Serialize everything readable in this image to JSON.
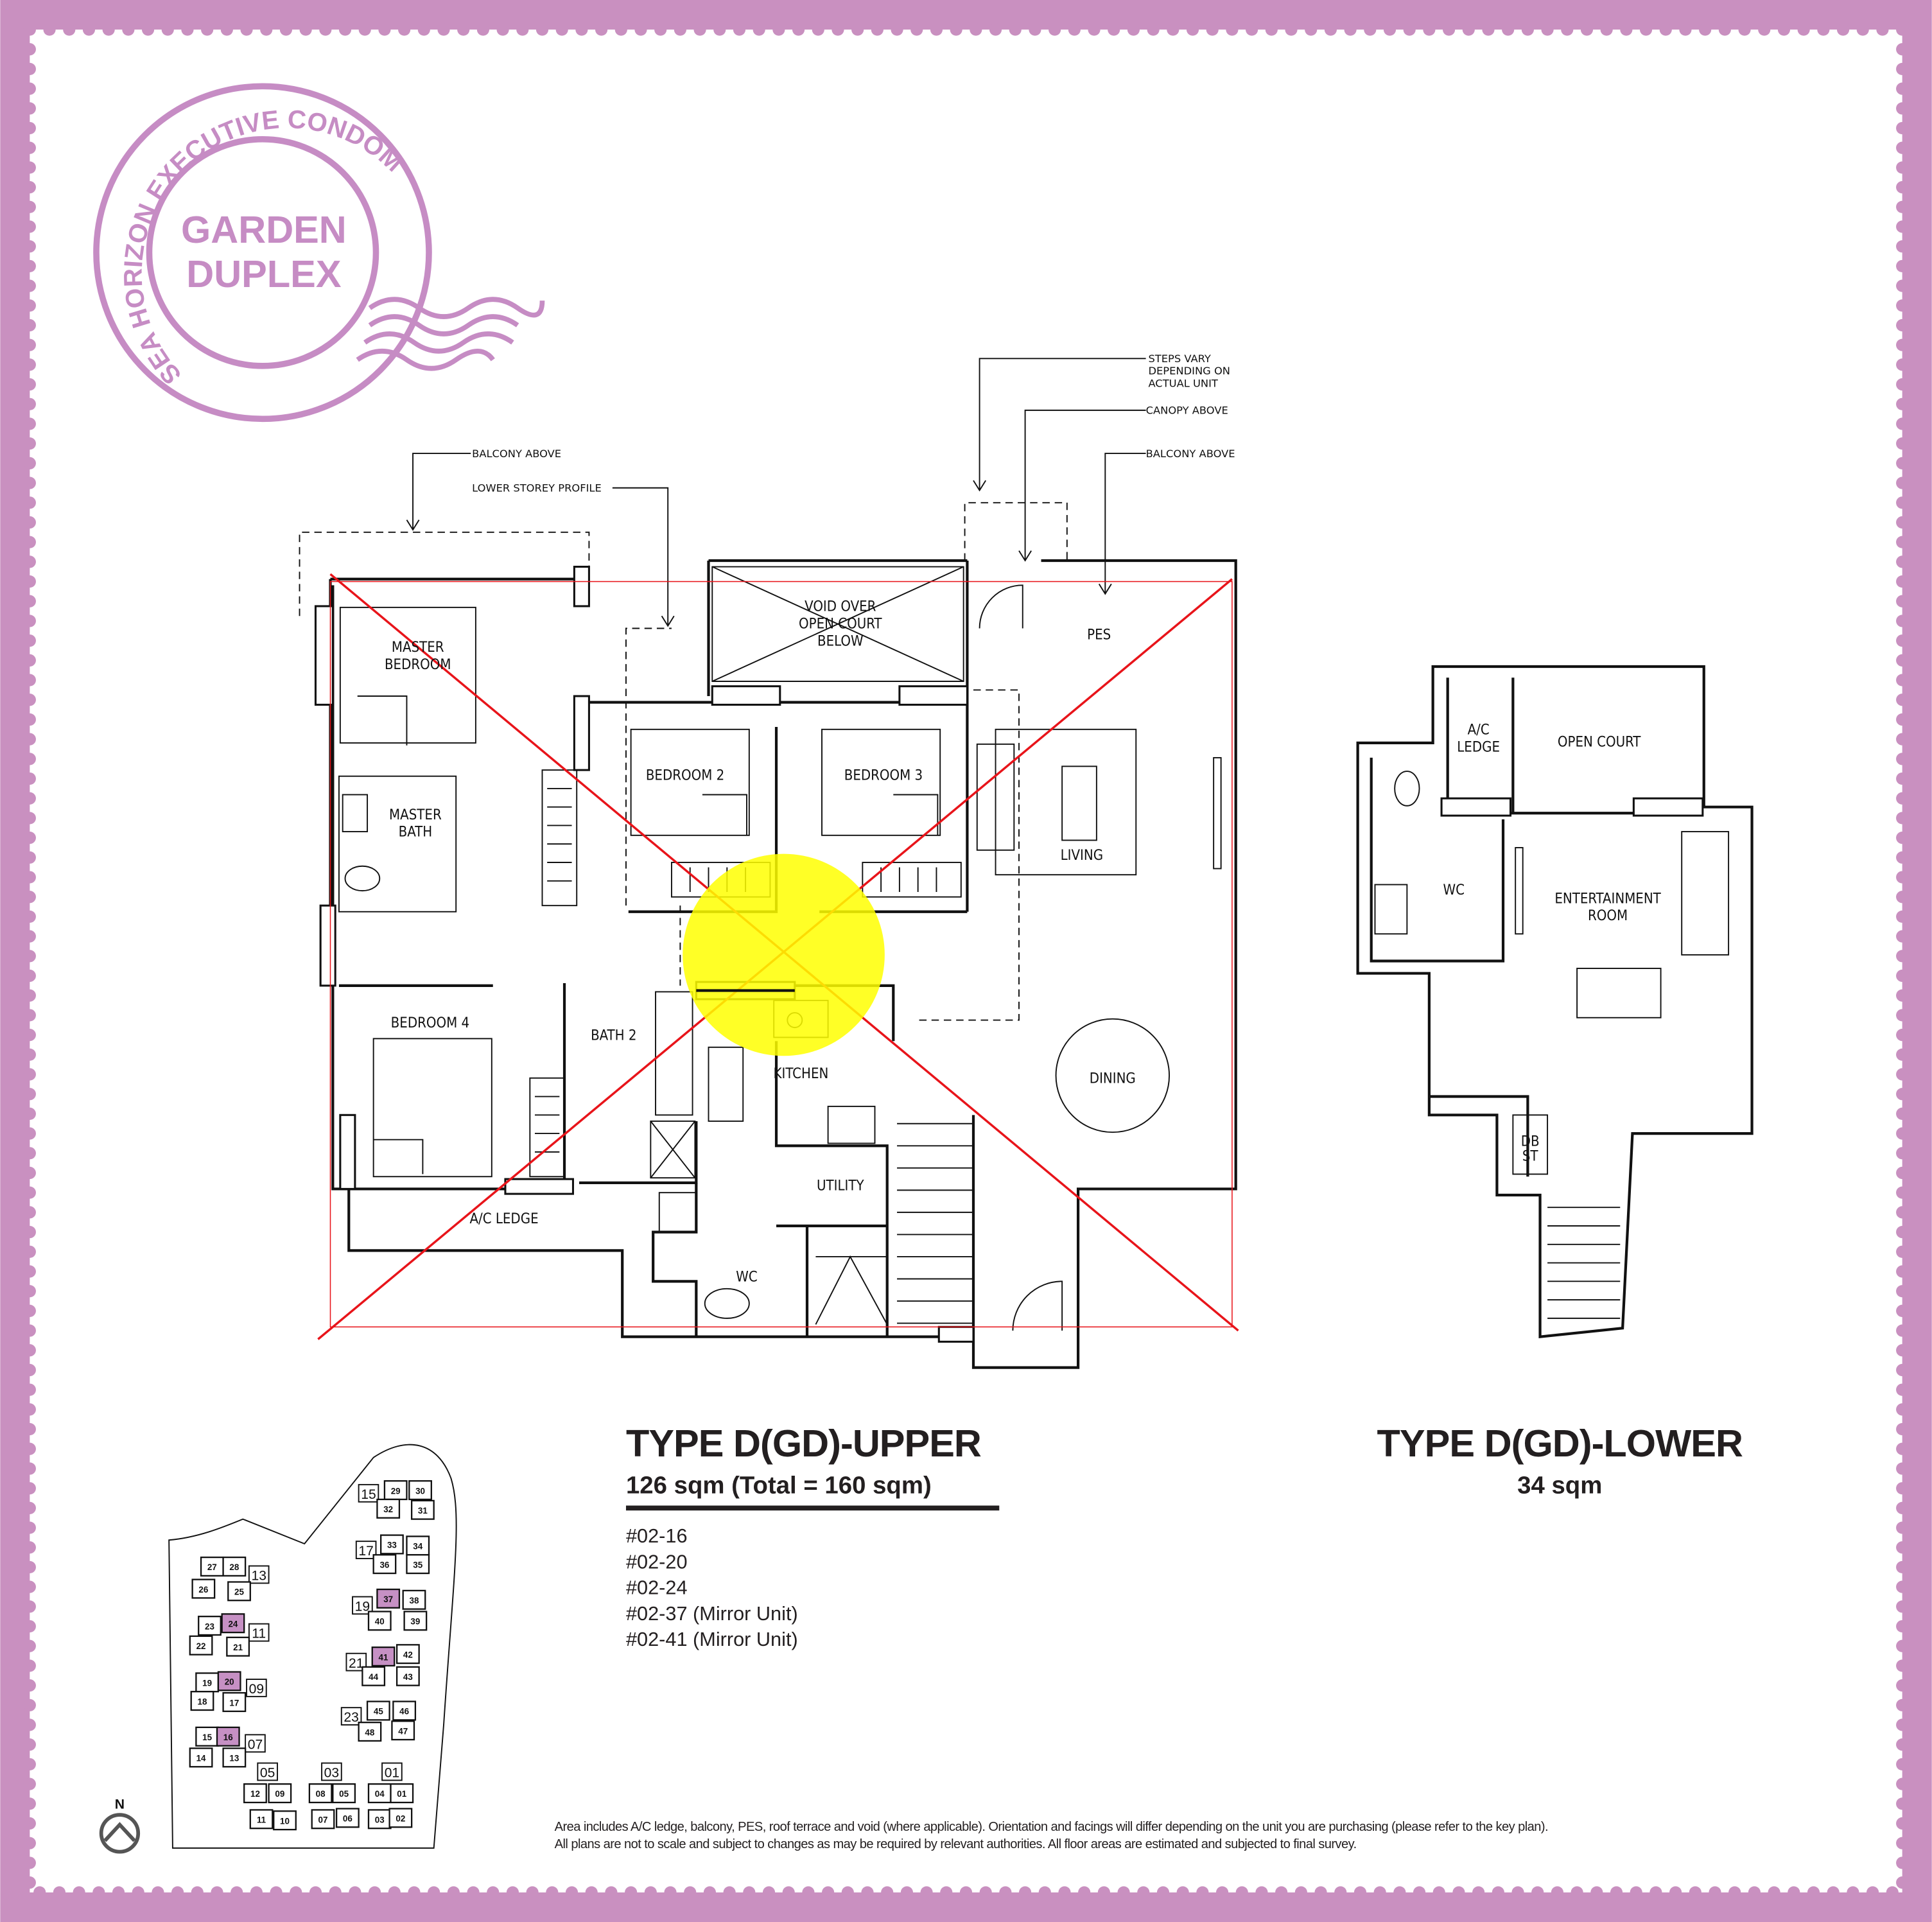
{
  "colors": {
    "frame": "#c990c0",
    "stamp": "#c68cc4",
    "highlight_unit": "#c690c4",
    "cross": "#e8141a",
    "marker": "#ffff00"
  },
  "stamp": {
    "ring_text": "SEA HORIZON EXECUTIVE CONDOMINIUM",
    "line1": "GARDEN",
    "line2": "DUPLEX"
  },
  "upper_plan": {
    "annotations": {
      "balcony_above_left": "BALCONY ABOVE",
      "lower_storey_profile": "LOWER STOREY PROFILE",
      "steps_vary_1": "STEPS VARY",
      "steps_vary_2": "DEPENDING ON",
      "steps_vary_3": "ACTUAL UNIT",
      "canopy_above": "CANOPY ABOVE",
      "balcony_above_right": "BALCONY ABOVE"
    },
    "rooms": {
      "master_bedroom_1": "MASTER",
      "master_bedroom_2": "BEDROOM",
      "master_bath_1": "MASTER",
      "master_bath_2": "BATH",
      "void_1": "VOID OVER",
      "void_2": "OPEN COURT",
      "void_3": "BELOW",
      "pes": "PES",
      "bedroom2": "BEDROOM 2",
      "bedroom3": "BEDROOM 3",
      "living": "LIVING",
      "bedroom4": "BEDROOM 4",
      "bath2": "BATH 2",
      "kitchen": "KITCHEN",
      "dining": "DINING",
      "utility": "UTILITY",
      "ac_ledge": "A/C LEDGE",
      "wc": "WC"
    },
    "title": "TYPE D(GD)-UPPER",
    "area": "126 sqm (Total = 160 sqm)",
    "units": [
      "#02-16",
      "#02-20",
      "#02-24",
      "#02-37 (Mirror Unit)",
      "#02-41 (Mirror Unit)"
    ]
  },
  "lower_plan": {
    "rooms": {
      "ac_ledge_1": "A/C",
      "ac_ledge_2": "LEDGE",
      "open_court": "OPEN COURT",
      "wc": "WC",
      "entertainment_1": "ENTERTAINMENT",
      "entertainment_2": "ROOM",
      "db_1": "DB",
      "db_2": "ST"
    },
    "title": "TYPE D(GD)-LOWER",
    "area": "34 sqm"
  },
  "key_plan": {
    "north_label": "N",
    "highlighted": [
      "16",
      "20",
      "24",
      "37",
      "41"
    ],
    "blocks": [
      {
        "label": "13",
        "units": [
          "27",
          "28",
          "26",
          "25"
        ]
      },
      {
        "label": "11",
        "units": [
          "23",
          "24",
          "22",
          "21"
        ]
      },
      {
        "label": "09",
        "units": [
          "19",
          "20",
          "18",
          "17"
        ]
      },
      {
        "label": "07",
        "units": [
          "15",
          "16",
          "14",
          "13"
        ]
      },
      {
        "label": "15",
        "units": [
          "29",
          "30",
          "32",
          "31"
        ]
      },
      {
        "label": "17",
        "units": [
          "33",
          "34",
          "36",
          "35"
        ]
      },
      {
        "label": "19",
        "units": [
          "37",
          "38",
          "40",
          "39"
        ]
      },
      {
        "label": "21",
        "units": [
          "41",
          "42",
          "44",
          "43"
        ]
      },
      {
        "label": "23",
        "units": [
          "45",
          "46",
          "48",
          "47"
        ]
      },
      {
        "label": "05",
        "units": [
          "12",
          "09",
          "11",
          "10"
        ]
      },
      {
        "label": "03",
        "units": [
          "08",
          "05",
          "07",
          "06"
        ]
      },
      {
        "label": "01",
        "units": [
          "04",
          "01",
          "03",
          "02"
        ]
      }
    ]
  },
  "footnote": {
    "line1": "Area includes A/C ledge, balcony, PES, roof terrace and void (where applicable). Orientation and facings will differ depending on the unit you are purchasing (please refer to the key plan).",
    "line2": "All plans are not to scale and subject to changes as may be required by relevant authorities. All floor areas are estimated and subjected to final survey."
  }
}
